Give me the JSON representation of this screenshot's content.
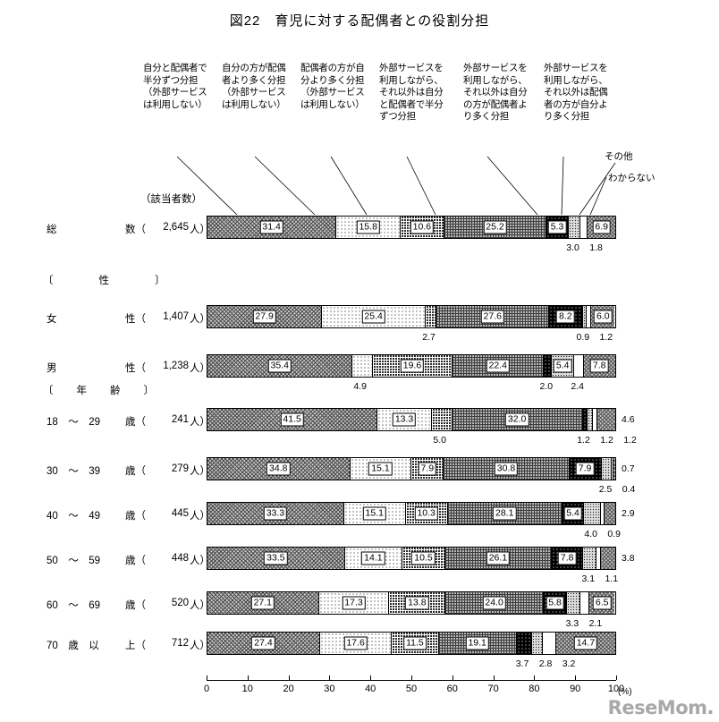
{
  "title": "図22　育児に対する配偶者との役割分担",
  "count_header": "（該当者数）",
  "legend": [
    {
      "key": "c0",
      "label": "自分と配偶者で半分ずつ分担（外部サービスは利用しない）"
    },
    {
      "key": "c1",
      "label": "自分の方が配偶者より多く分担（外部サービスは利用しない）"
    },
    {
      "key": "c2",
      "label": "配偶者の方が自分より多く分担（外部サービスは利用しない）"
    },
    {
      "key": "c3",
      "label": "外部サービスを利用しながら、それ以外は自分と配偶者で半分ずつ分担"
    },
    {
      "key": "c4",
      "label": "外部サービスを利用しながら、それ以外は自分の方が配偶者より多く分担"
    },
    {
      "key": "c5",
      "label": "外部サービスを利用しながら、それ以外は配偶者の方が自分より多く分担"
    },
    {
      "key": "c6",
      "label": "その他"
    },
    {
      "key": "c7",
      "label": "わからない"
    }
  ],
  "sections": [
    {
      "name": "gender",
      "label": "〔　　　　性　　　　〕"
    },
    {
      "name": "age",
      "label": "〔　　年　　齢　　〕"
    }
  ],
  "axis": {
    "ticks": [
      "0",
      "10",
      "20",
      "30",
      "40",
      "50",
      "60",
      "70",
      "80",
      "90",
      "100"
    ],
    "unit": "(%)",
    "min": 0,
    "max": 100
  },
  "watermark": "ReseMom.",
  "chart_data": {
    "type": "bar",
    "title": "図22　育児に対する配偶者との役割分担",
    "orientation": "horizontal-stacked",
    "xlabel": "(%)",
    "ylabel": "",
    "xlim": [
      0,
      100
    ],
    "grid": false,
    "legend_position": "top-callout",
    "series": [
      {
        "name": "自分と配偶者で半分ずつ分担（外部サービスは利用しない）",
        "values": [
          31.4,
          27.9,
          35.4,
          41.5,
          34.8,
          33.3,
          33.5,
          27.1,
          27.4
        ]
      },
      {
        "name": "自分の方が配偶者より多く分担（外部サービスは利用しない）",
        "values": [
          15.8,
          25.4,
          4.9,
          13.3,
          15.1,
          15.1,
          14.1,
          17.3,
          17.6
        ]
      },
      {
        "name": "配偶者の方が自分より多く分担（外部サービスは利用しない）",
        "values": [
          10.6,
          2.7,
          19.6,
          5.0,
          7.9,
          10.3,
          10.5,
          13.8,
          11.5
        ]
      },
      {
        "name": "外部サービスを利用しながら、それ以外は自分と配偶者で半分ずつ分担",
        "values": [
          25.2,
          27.6,
          22.4,
          32.0,
          30.8,
          28.1,
          26.1,
          24.0,
          19.1
        ]
      },
      {
        "name": "外部サービスを利用しながら、それ以外は自分の方が配偶者より多く分担",
        "values": [
          5.3,
          8.2,
          2.0,
          1.2,
          7.9,
          5.4,
          7.8,
          5.8,
          3.7
        ]
      },
      {
        "name": "外部サービスを利用しながら、それ以外は配偶者の方が自分より多く分担",
        "values": [
          3.0,
          0.9,
          5.4,
          1.2,
          2.5,
          4.0,
          3.1,
          3.3,
          2.8
        ]
      },
      {
        "name": "その他",
        "values": [
          1.8,
          1.2,
          2.4,
          1.2,
          0.4,
          0.9,
          1.1,
          2.1,
          3.2
        ]
      },
      {
        "name": "わからない",
        "values": [
          6.9,
          6.0,
          7.8,
          4.6,
          0.7,
          2.9,
          3.8,
          6.5,
          14.7
        ]
      }
    ],
    "categories": [
      "総数",
      "女性",
      "男性",
      "18～29歳",
      "30～39歳",
      "40～49歳",
      "50～59歳",
      "60～69歳",
      "70歳以上"
    ]
  },
  "rows": [
    {
      "id": "total",
      "a": "総",
      "b": "数（",
      "n": "2,645",
      "unit": "人）",
      "values": [
        31.4,
        15.8,
        10.6,
        25.2,
        5.3,
        3.0,
        1.8,
        6.9
      ],
      "inside": [
        true,
        true,
        true,
        true,
        true,
        false,
        false,
        true
      ],
      "below": [
        {
          "i": 5,
          "t": "3.0"
        },
        {
          "i": 6,
          "t": "1.8"
        }
      ],
      "right": null
    },
    {
      "id": "female",
      "a": "女",
      "b": "性（",
      "n": "1,407",
      "unit": "人）",
      "values": [
        27.9,
        25.4,
        2.7,
        27.6,
        8.2,
        0.9,
        1.2,
        6.0
      ],
      "inside": [
        true,
        true,
        false,
        true,
        true,
        false,
        false,
        true
      ],
      "below": [
        {
          "i": 2,
          "t": "2.7"
        },
        {
          "i": 5,
          "t": "0.9"
        },
        {
          "i": 6,
          "t": "1.2"
        }
      ],
      "right": null
    },
    {
      "id": "male",
      "a": "男",
      "b": "性（",
      "n": "1,238",
      "unit": "人）",
      "values": [
        35.4,
        4.9,
        19.6,
        22.4,
        2.0,
        5.4,
        2.4,
        7.8
      ],
      "inside": [
        true,
        false,
        true,
        true,
        false,
        true,
        false,
        true
      ],
      "below": [
        {
          "i": 1,
          "t": "4.9"
        },
        {
          "i": 4,
          "t": "2.0"
        },
        {
          "i": 6,
          "t": "2.4"
        }
      ],
      "right": null
    },
    {
      "id": "age18",
      "a": "18　～　29",
      "b": "歳（",
      "n": "241",
      "unit": "人）",
      "values": [
        41.5,
        13.3,
        5.0,
        32.0,
        1.2,
        1.2,
        1.2,
        4.6
      ],
      "inside": [
        true,
        true,
        false,
        true,
        false,
        false,
        false,
        false
      ],
      "below": [
        {
          "i": 2,
          "t": "5.0"
        },
        {
          "i": 4,
          "t": "1.2"
        },
        {
          "i": 5,
          "t": "1.2"
        },
        {
          "i": 6,
          "t": "1.2"
        }
      ],
      "right": "4.6"
    },
    {
      "id": "age30",
      "a": "30　～　39",
      "b": "歳（",
      "n": "279",
      "unit": "人）",
      "values": [
        34.8,
        15.1,
        7.9,
        30.8,
        7.9,
        2.5,
        0.4,
        0.7
      ],
      "inside": [
        true,
        true,
        true,
        true,
        true,
        false,
        false,
        false
      ],
      "below": [
        {
          "i": 5,
          "t": "2.5"
        },
        {
          "i": 6,
          "t": "0.4"
        }
      ],
      "right": "0.7"
    },
    {
      "id": "age40",
      "a": "40　～　49",
      "b": "歳（",
      "n": "445",
      "unit": "人）",
      "values": [
        33.3,
        15.1,
        10.3,
        28.1,
        5.4,
        4.0,
        0.9,
        2.9
      ],
      "inside": [
        true,
        true,
        true,
        true,
        true,
        false,
        false,
        false
      ],
      "below": [
        {
          "i": 5,
          "t": "4.0"
        },
        {
          "i": 6,
          "t": "0.9"
        }
      ],
      "right": "2.9"
    },
    {
      "id": "age50",
      "a": "50　～　59",
      "b": "歳（",
      "n": "448",
      "unit": "人）",
      "values": [
        33.5,
        14.1,
        10.5,
        26.1,
        7.8,
        3.1,
        1.1,
        3.8
      ],
      "inside": [
        true,
        true,
        true,
        true,
        true,
        false,
        false,
        false
      ],
      "below": [
        {
          "i": 5,
          "t": "3.1"
        },
        {
          "i": 6,
          "t": "1.1"
        }
      ],
      "right": "3.8"
    },
    {
      "id": "age60",
      "a": "60　～　69",
      "b": "歳（",
      "n": "520",
      "unit": "人）",
      "values": [
        27.1,
        17.3,
        13.8,
        24.0,
        5.8,
        3.3,
        2.1,
        6.5
      ],
      "inside": [
        true,
        true,
        true,
        true,
        true,
        false,
        false,
        true
      ],
      "below": [
        {
          "i": 5,
          "t": "3.3"
        },
        {
          "i": 6,
          "t": "2.1"
        }
      ],
      "right": null
    },
    {
      "id": "age70",
      "a": "70　歳　以",
      "b": "上（",
      "n": "712",
      "unit": "人）",
      "values": [
        27.4,
        17.6,
        11.5,
        19.1,
        3.7,
        2.8,
        3.2,
        14.7
      ],
      "inside": [
        true,
        true,
        true,
        true,
        false,
        false,
        false,
        true
      ],
      "below": [
        {
          "i": 4,
          "t": "3.7"
        },
        {
          "i": 5,
          "t": "2.8"
        },
        {
          "i": 6,
          "t": "3.2"
        }
      ],
      "right": null
    }
  ]
}
